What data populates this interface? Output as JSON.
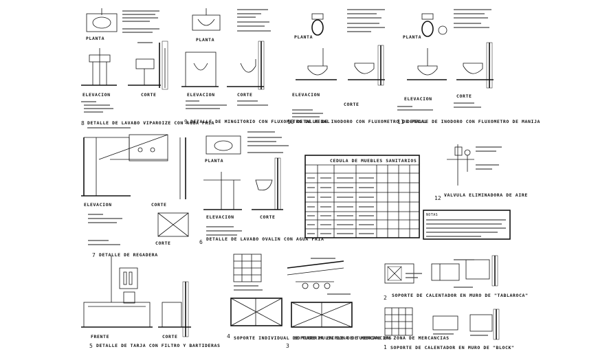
{
  "view_labels": {
    "planta": "PLANTA",
    "elevacion": "ELEVACION",
    "corte": "CORTE",
    "frente": "FRENTE"
  },
  "details": [
    {
      "num": "8",
      "title": "DETALLE DE LAVABO VIPAROIZE CON AGUA FRIA"
    },
    {
      "num": "9",
      "title": "DETALLE DE MINGITORIO CON FLUXOMETRO DE PEDAL"
    },
    {
      "num": "10",
      "title": "DETALLE DE INODORO CON FLUXOMETRO DE PEDAL"
    },
    {
      "num": "11",
      "title": "DETALLE DE INODORO CON FLUXOMETRO DE MANIJA"
    },
    {
      "num": "7",
      "title": "DETALLE DE REGADERA"
    },
    {
      "num": "6",
      "title": "DETALLE DE LAVABO OVALIN CON AGUA FRIA"
    },
    {
      "num": "12",
      "title": "VALVULA ELIMINADORA DE AIRE"
    },
    {
      "num": "5",
      "title": "DETALLE DE TARJA CON FILTRO Y BARTIDERAS"
    },
    {
      "num": "4",
      "title": "SOPORTE INDIVIDUAL DE TUBERIA EN ZONA DE MERCANCIAS"
    },
    {
      "num": "3",
      "title": "SOPORTE MULTIPLE DE TUBERIAS EN ZONA DE MERCANCIAS"
    },
    {
      "num": "2",
      "title": "SOPORTE DE CALENTADOR EN MURO DE \"TABLAROCA\""
    },
    {
      "num": "1",
      "title": "SOPORTE DE CALENTADOR EN MURO DE \"BLOCK\""
    }
  ],
  "table": {
    "title": "CEDULA DE MUEBLES SANITARIOS"
  },
  "notes": {
    "title": "NOTAS"
  }
}
